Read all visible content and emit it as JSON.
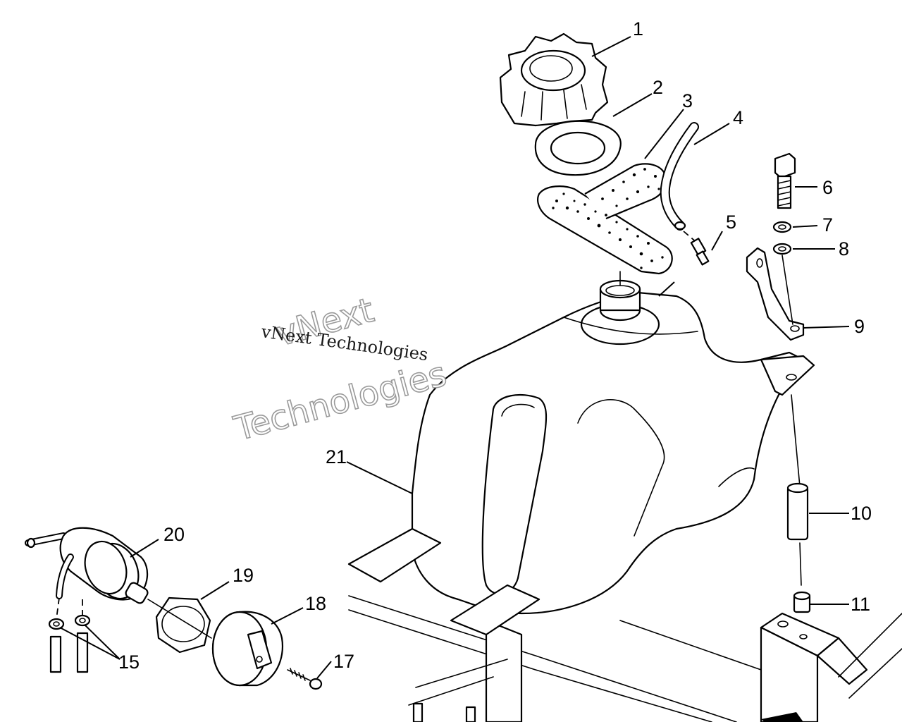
{
  "watermark": {
    "outline_line1": "vNext",
    "outline_line2": "Technologies",
    "serif_text": "vNext Technologies"
  },
  "callouts": [
    {
      "id": "1",
      "label": "1"
    },
    {
      "id": "2",
      "label": "2"
    },
    {
      "id": "3",
      "label": "3"
    },
    {
      "id": "4",
      "label": "4"
    },
    {
      "id": "5",
      "label": "5"
    },
    {
      "id": "6",
      "label": "6"
    },
    {
      "id": "7",
      "label": "7"
    },
    {
      "id": "8",
      "label": "8"
    },
    {
      "id": "9",
      "label": "9"
    },
    {
      "id": "10",
      "label": "10"
    },
    {
      "id": "11",
      "label": "11"
    },
    {
      "id": "15",
      "label": "15"
    },
    {
      "id": "17",
      "label": "17"
    },
    {
      "id": "18",
      "label": "18"
    },
    {
      "id": "19",
      "label": "19"
    },
    {
      "id": "20",
      "label": "20"
    },
    {
      "id": "21",
      "label": "21"
    }
  ],
  "colors": {
    "ink": "#000000",
    "paper": "#ffffff",
    "watermark_outline": "#9a9a9a"
  }
}
